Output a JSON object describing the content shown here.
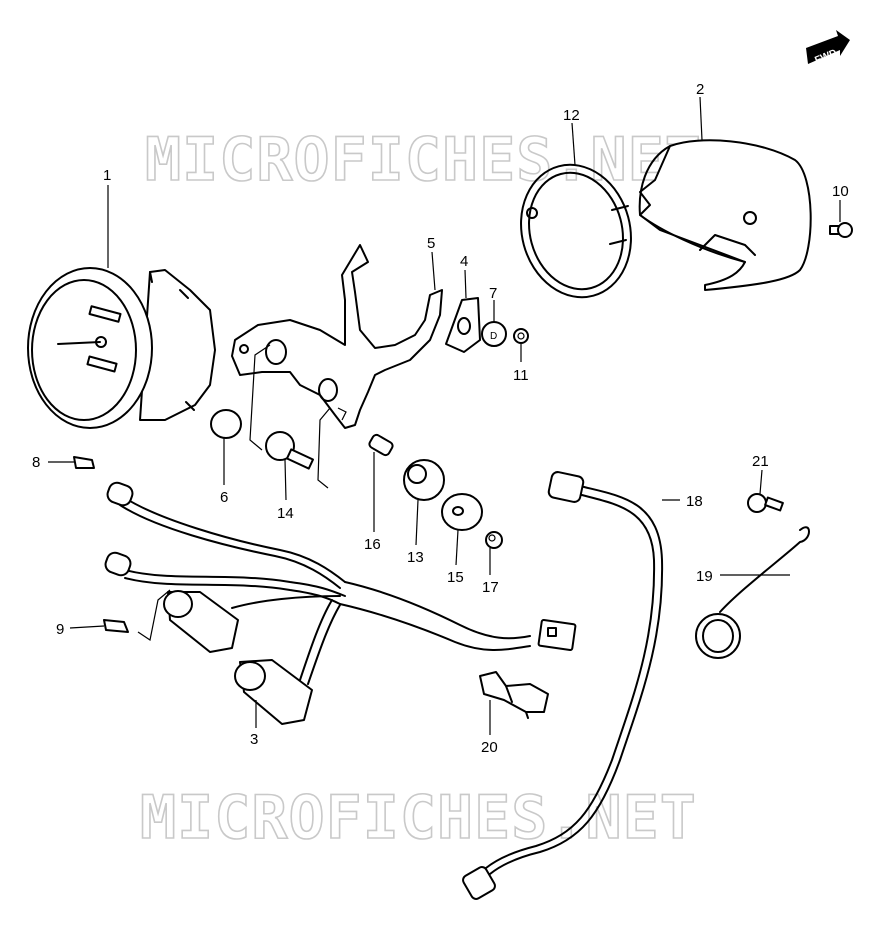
{
  "fwd_badge": "FWD",
  "watermark": "MICROFICHES.NET",
  "callouts": [
    "1",
    "2",
    "3",
    "4",
    "5",
    "6",
    "7",
    "8",
    "9",
    "10",
    "11",
    "12",
    "13",
    "14",
    "15",
    "16",
    "17",
    "18",
    "19",
    "20",
    "21"
  ]
}
